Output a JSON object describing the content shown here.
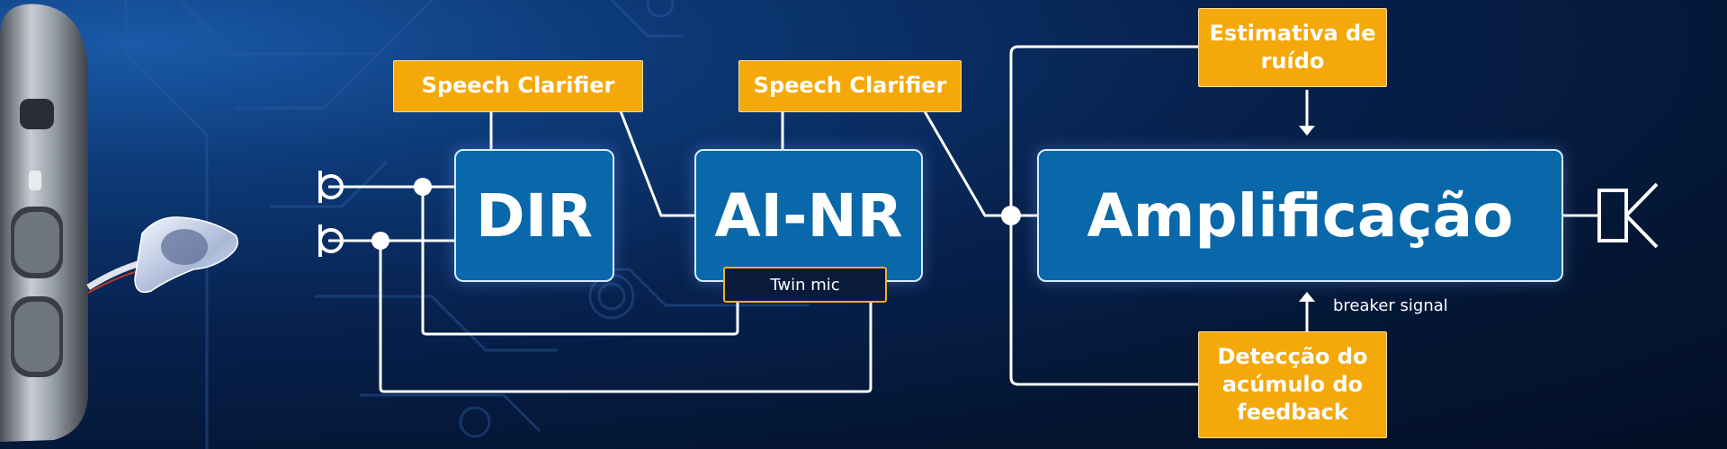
{
  "blocks": {
    "speech_clarifier_1": "Speech Clarifier",
    "speech_clarifier_2": "Speech Clarifier",
    "dir": "DIR",
    "ai_nr": "AI-NR",
    "twin_mic": "Twin mic",
    "amplificacao": "Amplificação",
    "estimativa": "Estimativa de ruído",
    "deteccao": "Detecção do acúmulo do feedback",
    "breaker_signal": "breaker signal"
  },
  "colors": {
    "block_blue": "#0868aa",
    "label_yellow": "#f5a80a",
    "background_navy": "#041634",
    "line_white": "#ffffff"
  },
  "icons": [
    "microphone-icon",
    "speaker-icon",
    "hearing-aid-device"
  ]
}
